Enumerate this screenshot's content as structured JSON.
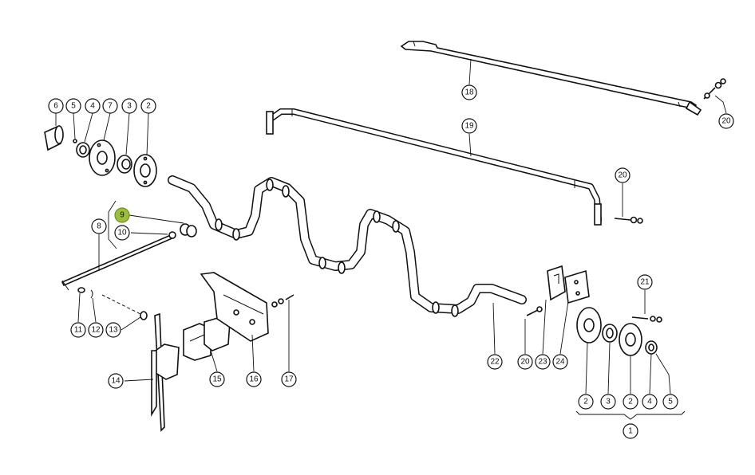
{
  "diagram": {
    "highlight_color": "#9bbf3a",
    "callouts": [
      {
        "id": "c6",
        "label": "6"
      },
      {
        "id": "c5a",
        "label": "5"
      },
      {
        "id": "c4a",
        "label": "4"
      },
      {
        "id": "c7",
        "label": "7"
      },
      {
        "id": "c3a",
        "label": "3"
      },
      {
        "id": "c2a",
        "label": "2"
      },
      {
        "id": "c9",
        "label": "9",
        "highlighted": true
      },
      {
        "id": "c10",
        "label": "10"
      },
      {
        "id": "c8",
        "label": "8"
      },
      {
        "id": "c11",
        "label": "11"
      },
      {
        "id": "c12",
        "label": "12"
      },
      {
        "id": "c13",
        "label": "13"
      },
      {
        "id": "c14",
        "label": "14"
      },
      {
        "id": "c15",
        "label": "15"
      },
      {
        "id": "c16",
        "label": "16"
      },
      {
        "id": "c17",
        "label": "17"
      },
      {
        "id": "c18",
        "label": "18"
      },
      {
        "id": "c19",
        "label": "19"
      },
      {
        "id": "c20a",
        "label": "20"
      },
      {
        "id": "c20b",
        "label": "20"
      },
      {
        "id": "c20c",
        "label": "20"
      },
      {
        "id": "c21",
        "label": "21"
      },
      {
        "id": "c22",
        "label": "22"
      },
      {
        "id": "c23",
        "label": "23"
      },
      {
        "id": "c24",
        "label": "24"
      },
      {
        "id": "c2b",
        "label": "2"
      },
      {
        "id": "c3b",
        "label": "3"
      },
      {
        "id": "c2c",
        "label": "2"
      },
      {
        "id": "c4b",
        "label": "4"
      },
      {
        "id": "c5b",
        "label": "5"
      },
      {
        "id": "c1",
        "label": "1"
      }
    ]
  }
}
